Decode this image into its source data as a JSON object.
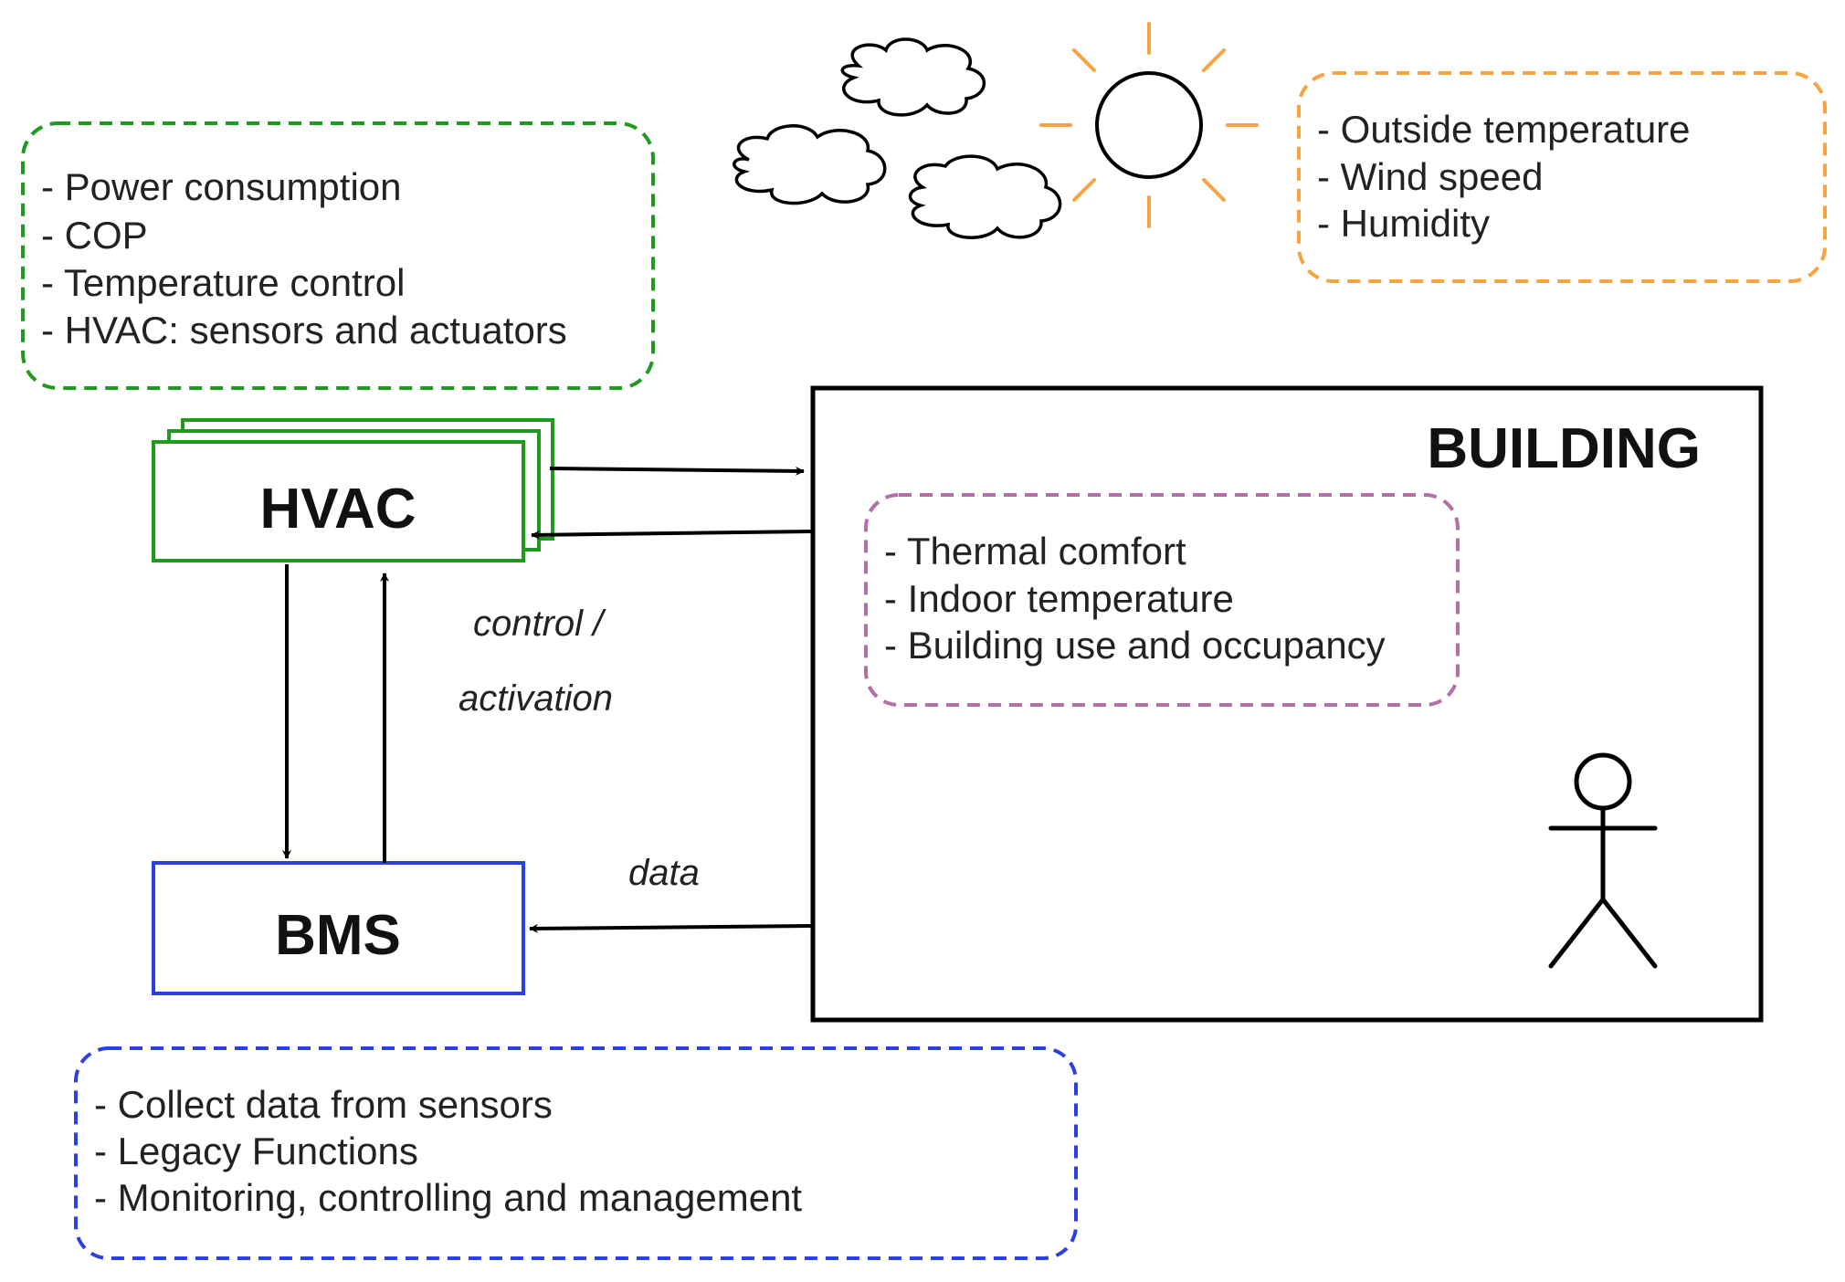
{
  "colors": {
    "hvac": "#1e9a1e",
    "bms": "#2b3fe6",
    "weather": "#f7a440",
    "building_note": "#b36fa8",
    "black": "#000000"
  },
  "hvac_notes": {
    "lines": [
      "- Power consumption",
      "- COP",
      "- Temperature control",
      "- HVAC: sensors and actuators"
    ]
  },
  "weather_notes": {
    "lines": [
      "- Outside temperature",
      "- Wind speed",
      "- Humidity"
    ]
  },
  "building": {
    "title": "BUILDING",
    "notes": [
      "- Thermal comfort",
      "- Indoor temperature",
      "- Building use and occupancy"
    ]
  },
  "hvac": {
    "label": "HVAC"
  },
  "bms": {
    "label": "BMS",
    "notes": [
      "- Collect data from sensors",
      "- Legacy Functions",
      "- Monitoring, controlling and management"
    ]
  },
  "edges": {
    "control_line1": "control /",
    "control_line2": "activation",
    "data": "data"
  },
  "icons": [
    "cloud-icon",
    "sun-icon",
    "person-icon"
  ]
}
